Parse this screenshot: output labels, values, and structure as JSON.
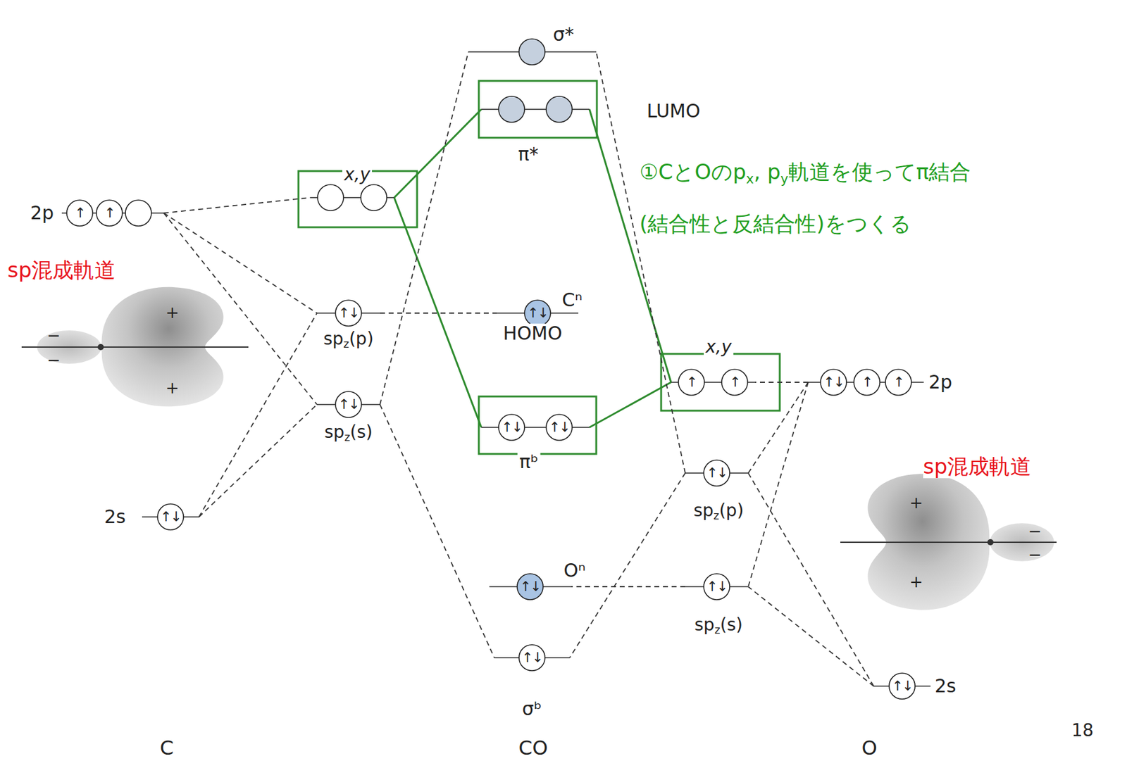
{
  "diagram": {
    "nodes": [
      {
        "text": [
          "σ*"
        ]
      },
      {
        "text": [
          "π*",
          "LUMO"
        ]
      },
      {
        "text": [
          "2p",
          "↑",
          "↑"
        ]
      },
      {
        "text": [
          "x,y"
        ]
      },
      {
        "text": [
          "spz(p)",
          "↑↓"
        ]
      },
      {
        "text": [
          "Cⁿ",
          "HOMO",
          "↑↓"
        ]
      },
      {
        "text": [
          "spz(s)",
          "↑↓"
        ]
      },
      {
        "text": [
          "πᵇ",
          "↑↓",
          "↑↓"
        ]
      },
      {
        "text": [
          "x,y",
          "↑",
          "↑"
        ]
      },
      {
        "text": [
          "2p",
          "↑↓",
          "↑",
          "↑"
        ]
      },
      {
        "text": [
          "spz(p)",
          "↑↓"
        ]
      },
      {
        "text": [
          "2s",
          "↑↓"
        ]
      },
      {
        "text": [
          "Oⁿ",
          "↑↓"
        ]
      },
      {
        "text": [
          "spz(s)",
          "↑↓"
        ]
      },
      {
        "text": [
          "σᵇ",
          "↑↓"
        ]
      },
      {
        "text": [
          "2s",
          "↑↓"
        ]
      }
    ],
    "edges": [
      {
        "from": 2,
        "to": 3,
        "arrow": "none"
      },
      {
        "from": 2,
        "to": 4,
        "arrow": "none"
      },
      {
        "from": 2,
        "to": 6,
        "arrow": "none"
      },
      {
        "from": 11,
        "to": 4,
        "arrow": "none"
      },
      {
        "from": 11,
        "to": 6,
        "arrow": "none"
      },
      {
        "from": 3,
        "to": 1,
        "arrow": "none"
      },
      {
        "from": 3,
        "to": 7,
        "arrow": "none"
      },
      {
        "from": 4,
        "to": 5,
        "arrow": "none"
      },
      {
        "from": 6,
        "to": 0,
        "arrow": "none"
      },
      {
        "from": 6,
        "to": 14,
        "arrow": "none"
      },
      {
        "from": 8,
        "to": 1,
        "arrow": "none"
      },
      {
        "from": 8,
        "to": 7,
        "arrow": "none"
      },
      {
        "from": 9,
        "to": 8,
        "arrow": "none"
      },
      {
        "from": 9,
        "to": 10,
        "arrow": "none"
      },
      {
        "from": 9,
        "to": 13,
        "arrow": "none"
      },
      {
        "from": 15,
        "to": 10,
        "arrow": "none"
      },
      {
        "from": 15,
        "to": 13,
        "arrow": "none"
      },
      {
        "from": 13,
        "to": 12,
        "arrow": "none"
      },
      {
        "from": 10,
        "to": 0,
        "arrow": "none"
      },
      {
        "from": 10,
        "to": 14,
        "arrow": "none"
      }
    ],
    "labels": [
      "sp混成軌道",
      "①CとOのpx, py軌道を使ってπ結合",
      "(結合性と反結合性)をつくる",
      "sp混成軌道",
      "+",
      "+",
      "−",
      "−",
      "+",
      "+",
      "−",
      "−",
      "C",
      "CO",
      "O",
      "18"
    ]
  }
}
